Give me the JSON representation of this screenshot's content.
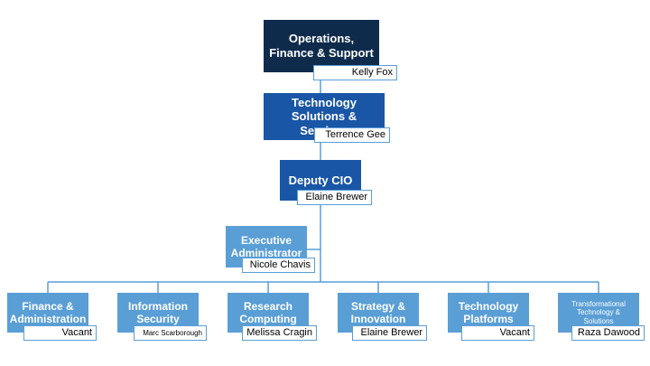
{
  "chart": {
    "top": {
      "title": "Operations, Finance & Support",
      "name": "Kelly Fox"
    },
    "tss": {
      "title": "Technology Solutions & Services",
      "name": "Terrence Gee"
    },
    "deputy": {
      "title": "Deputy CIO",
      "name": "Elaine Brewer"
    },
    "exec_admin": {
      "title": "Executive Administrator",
      "name": "Nicole Chavis"
    },
    "units": [
      {
        "title": "Finance & Administration",
        "name": "Vacant"
      },
      {
        "title": "Information Security",
        "name": "Marc Scarborough"
      },
      {
        "title": "Research Computing",
        "name": "Melissa Cragin"
      },
      {
        "title": "Strategy & Innovation",
        "name": "Elaine Brewer"
      },
      {
        "title": "Technology Platforms",
        "name": "Vacant"
      },
      {
        "title": "Transformational Technology & Solutions",
        "name": "Raza Dawood"
      }
    ]
  },
  "colors": {
    "top": "#0f2b4c",
    "mid": "#1a56a6",
    "light": "#5a9ed6",
    "connector": "#5a9ed6"
  }
}
